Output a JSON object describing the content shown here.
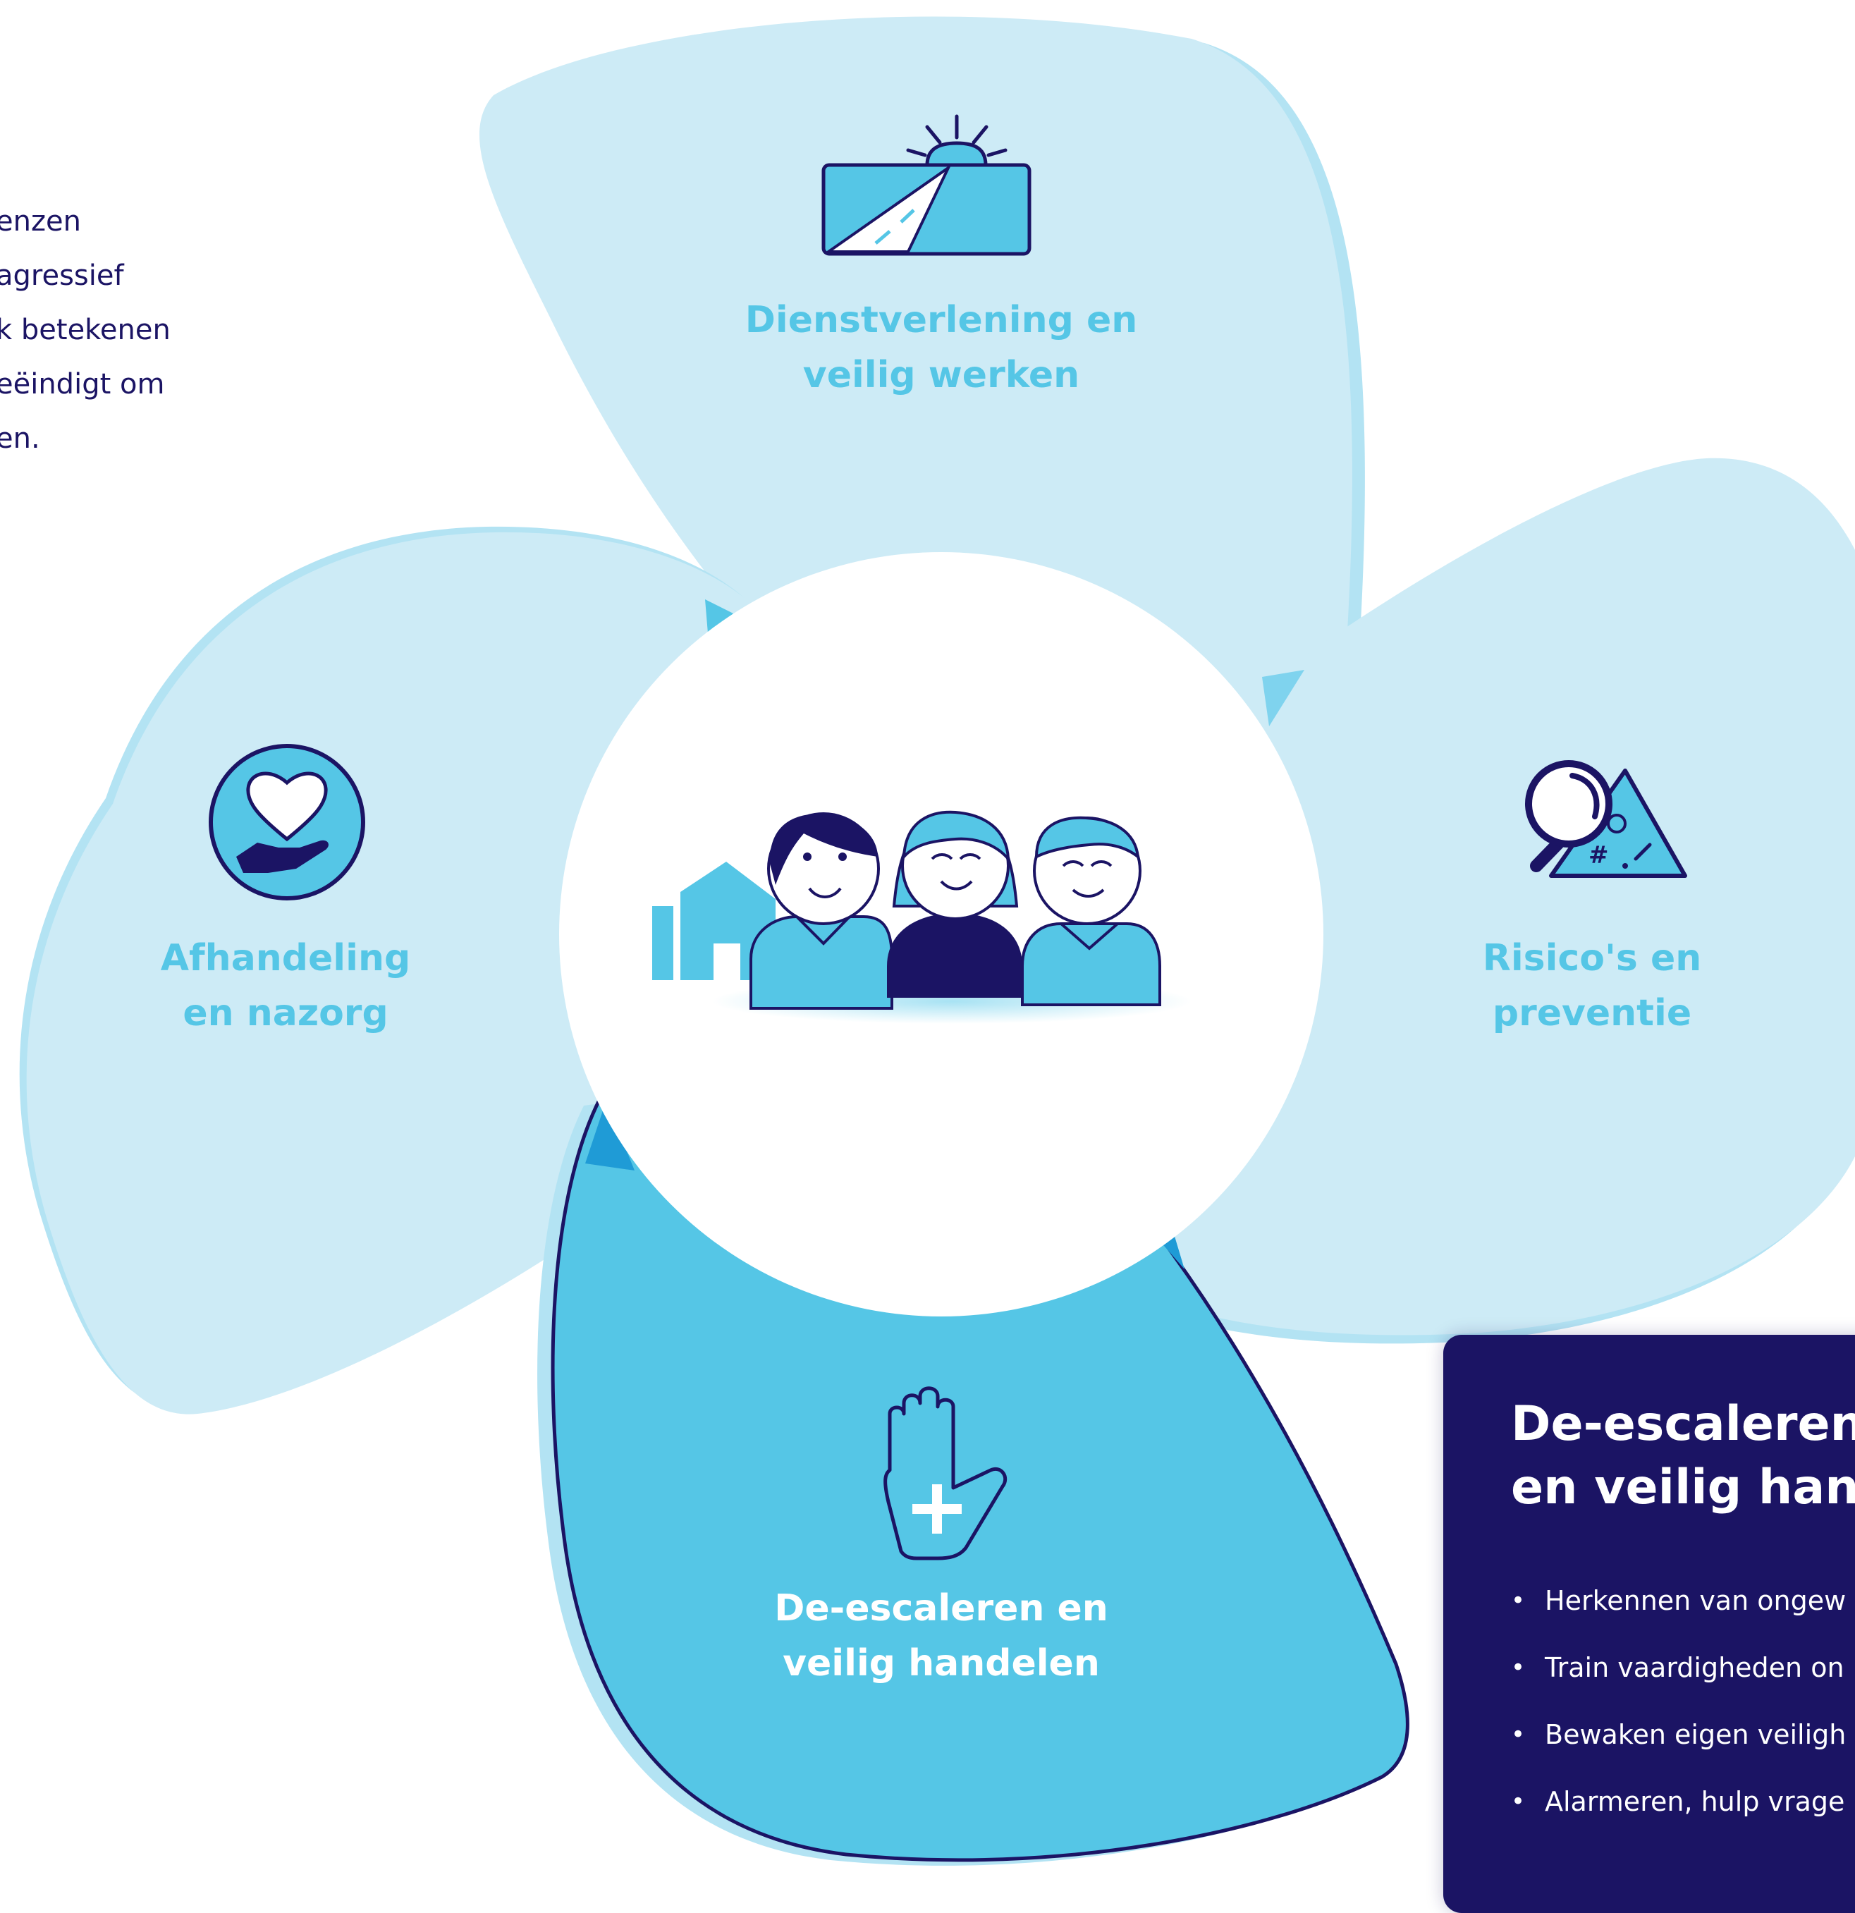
{
  "intro": {
    "lines": [
      "enzen",
      " agressief",
      "k betekenen",
      "eëindigt om",
      "en."
    ]
  },
  "center": {
    "icon": "team-people-house-icon"
  },
  "petals": {
    "top": {
      "label_lines": [
        "Dienstverlening en",
        "veilig werken"
      ],
      "icon": "road-sunrise-icon",
      "active": false
    },
    "right": {
      "label_lines": [
        "Risico's en",
        "preventie"
      ],
      "icon": "magnifier-warning-triangle-icon",
      "active": false
    },
    "bottom": {
      "label_lines": [
        "De-escaleren en",
        "veilig handelen"
      ],
      "icon": "stop-hand-plus-icon",
      "active": true
    },
    "left": {
      "label_lines": [
        "Afhandeling",
        "en nazorg"
      ],
      "icon": "hand-heart-icon",
      "active": false
    }
  },
  "detail_card": {
    "title_lines": [
      "De-escaleren",
      "en veilig hand"
    ],
    "bullet": "•",
    "items": [
      "Herkennen van ongew",
      "Train vaardigheden on",
      "Bewaken eigen veiligh",
      "Alarmeren, hulp vrage"
    ]
  },
  "colors": {
    "navy": "#1b1464",
    "petal_light": "#cdebf6",
    "petal_edge": "#b3e3f3",
    "petal_active": "#55c6e6",
    "accent": "#55c6e6",
    "white": "#ffffff"
  }
}
